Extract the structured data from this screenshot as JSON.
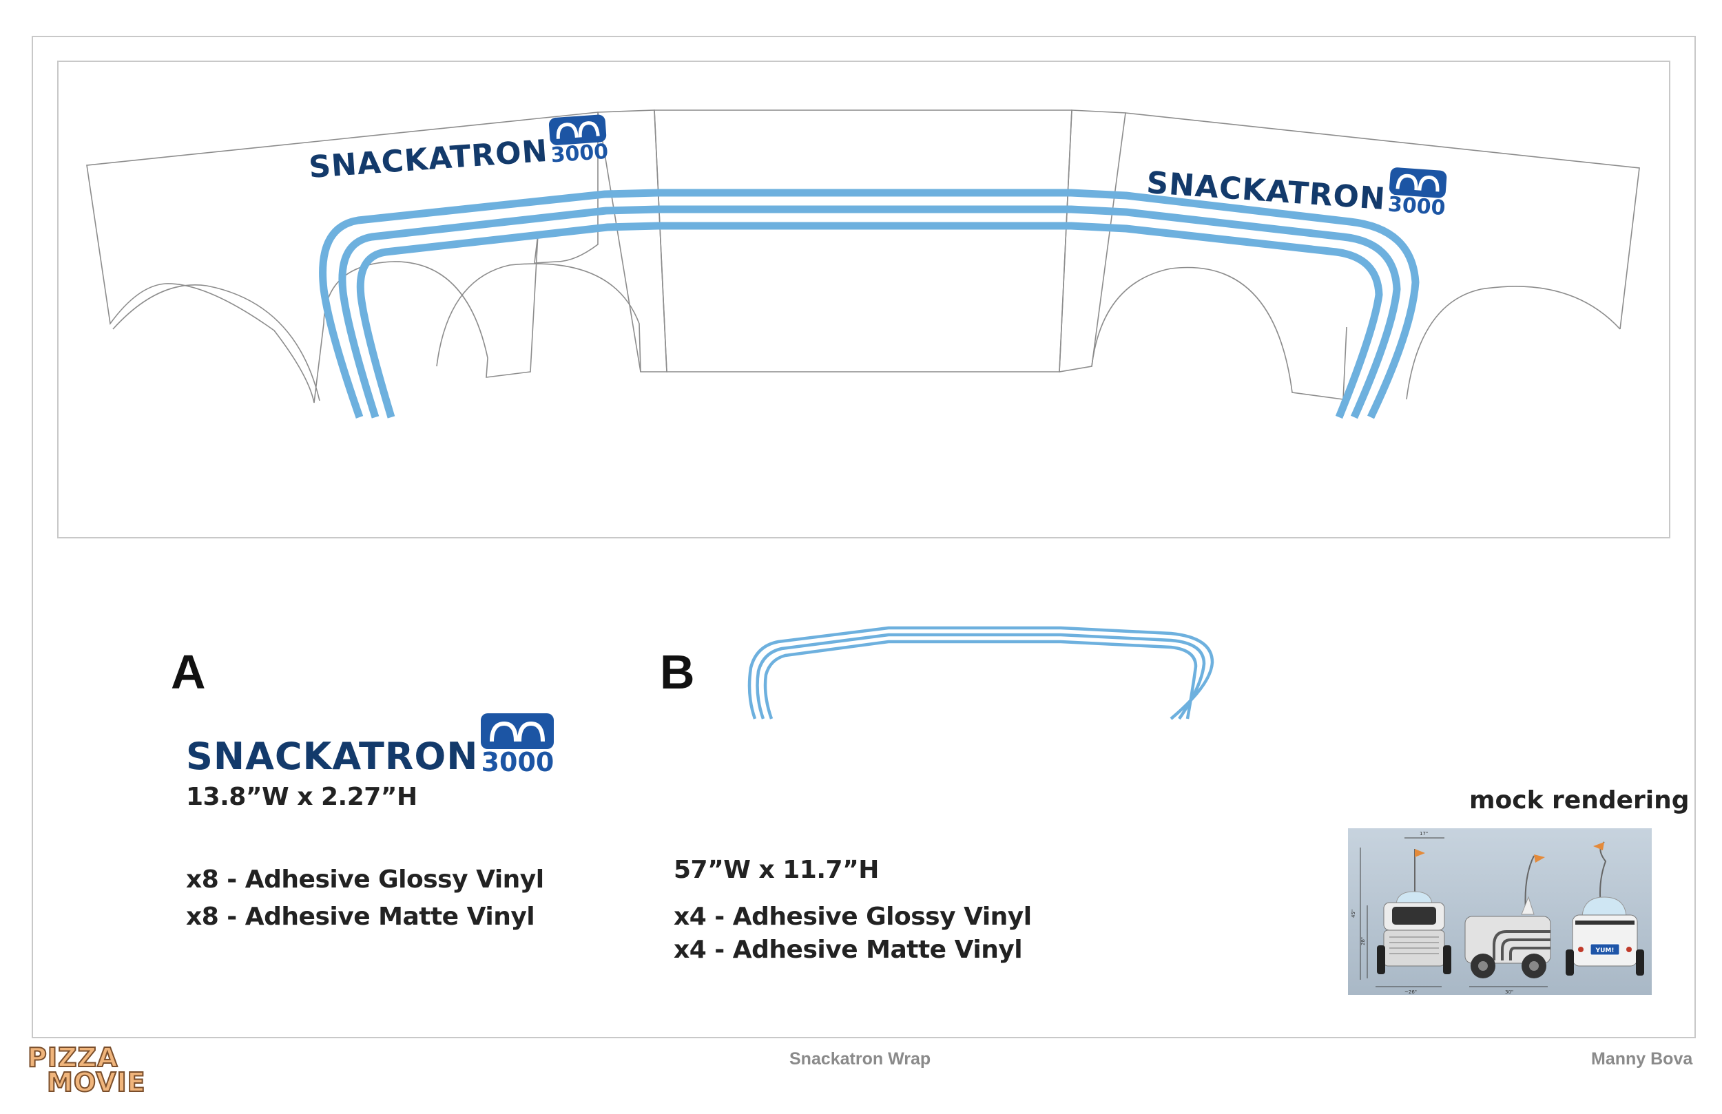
{
  "logo": {
    "wordmark": "SNACKATRON",
    "number": "3000",
    "badge_icon": "eyes-icon",
    "colors": {
      "wordmark": "#133a6b",
      "badge": "#1c55a4"
    }
  },
  "stripe_color": "#6db0de",
  "section_a": {
    "letter": "A",
    "size": "13.8”W x 2.27”H",
    "material_1": "x8 - Adhesive Glossy Vinyl",
    "material_2": "x8 - Adhesive Matte Vinyl"
  },
  "section_b": {
    "letter": "B",
    "size": "57”W x 11.7”H",
    "material_1": "x4 - Adhesive Glossy Vinyl",
    "material_2": "x4 - Adhesive Matte Vinyl"
  },
  "mock": {
    "caption": "mock rendering",
    "dim_top": "17\"",
    "dim_left_1": "45\"",
    "dim_left_2": "28\"",
    "dim_bottom_1": "~26\"",
    "dim_bottom_2": "30\"",
    "plate": "YUM!"
  },
  "footer": {
    "brand_line1": "PIZZA",
    "brand_line2": "MOVIE",
    "title": "Snackatron Wrap",
    "author": "Manny Bova"
  }
}
